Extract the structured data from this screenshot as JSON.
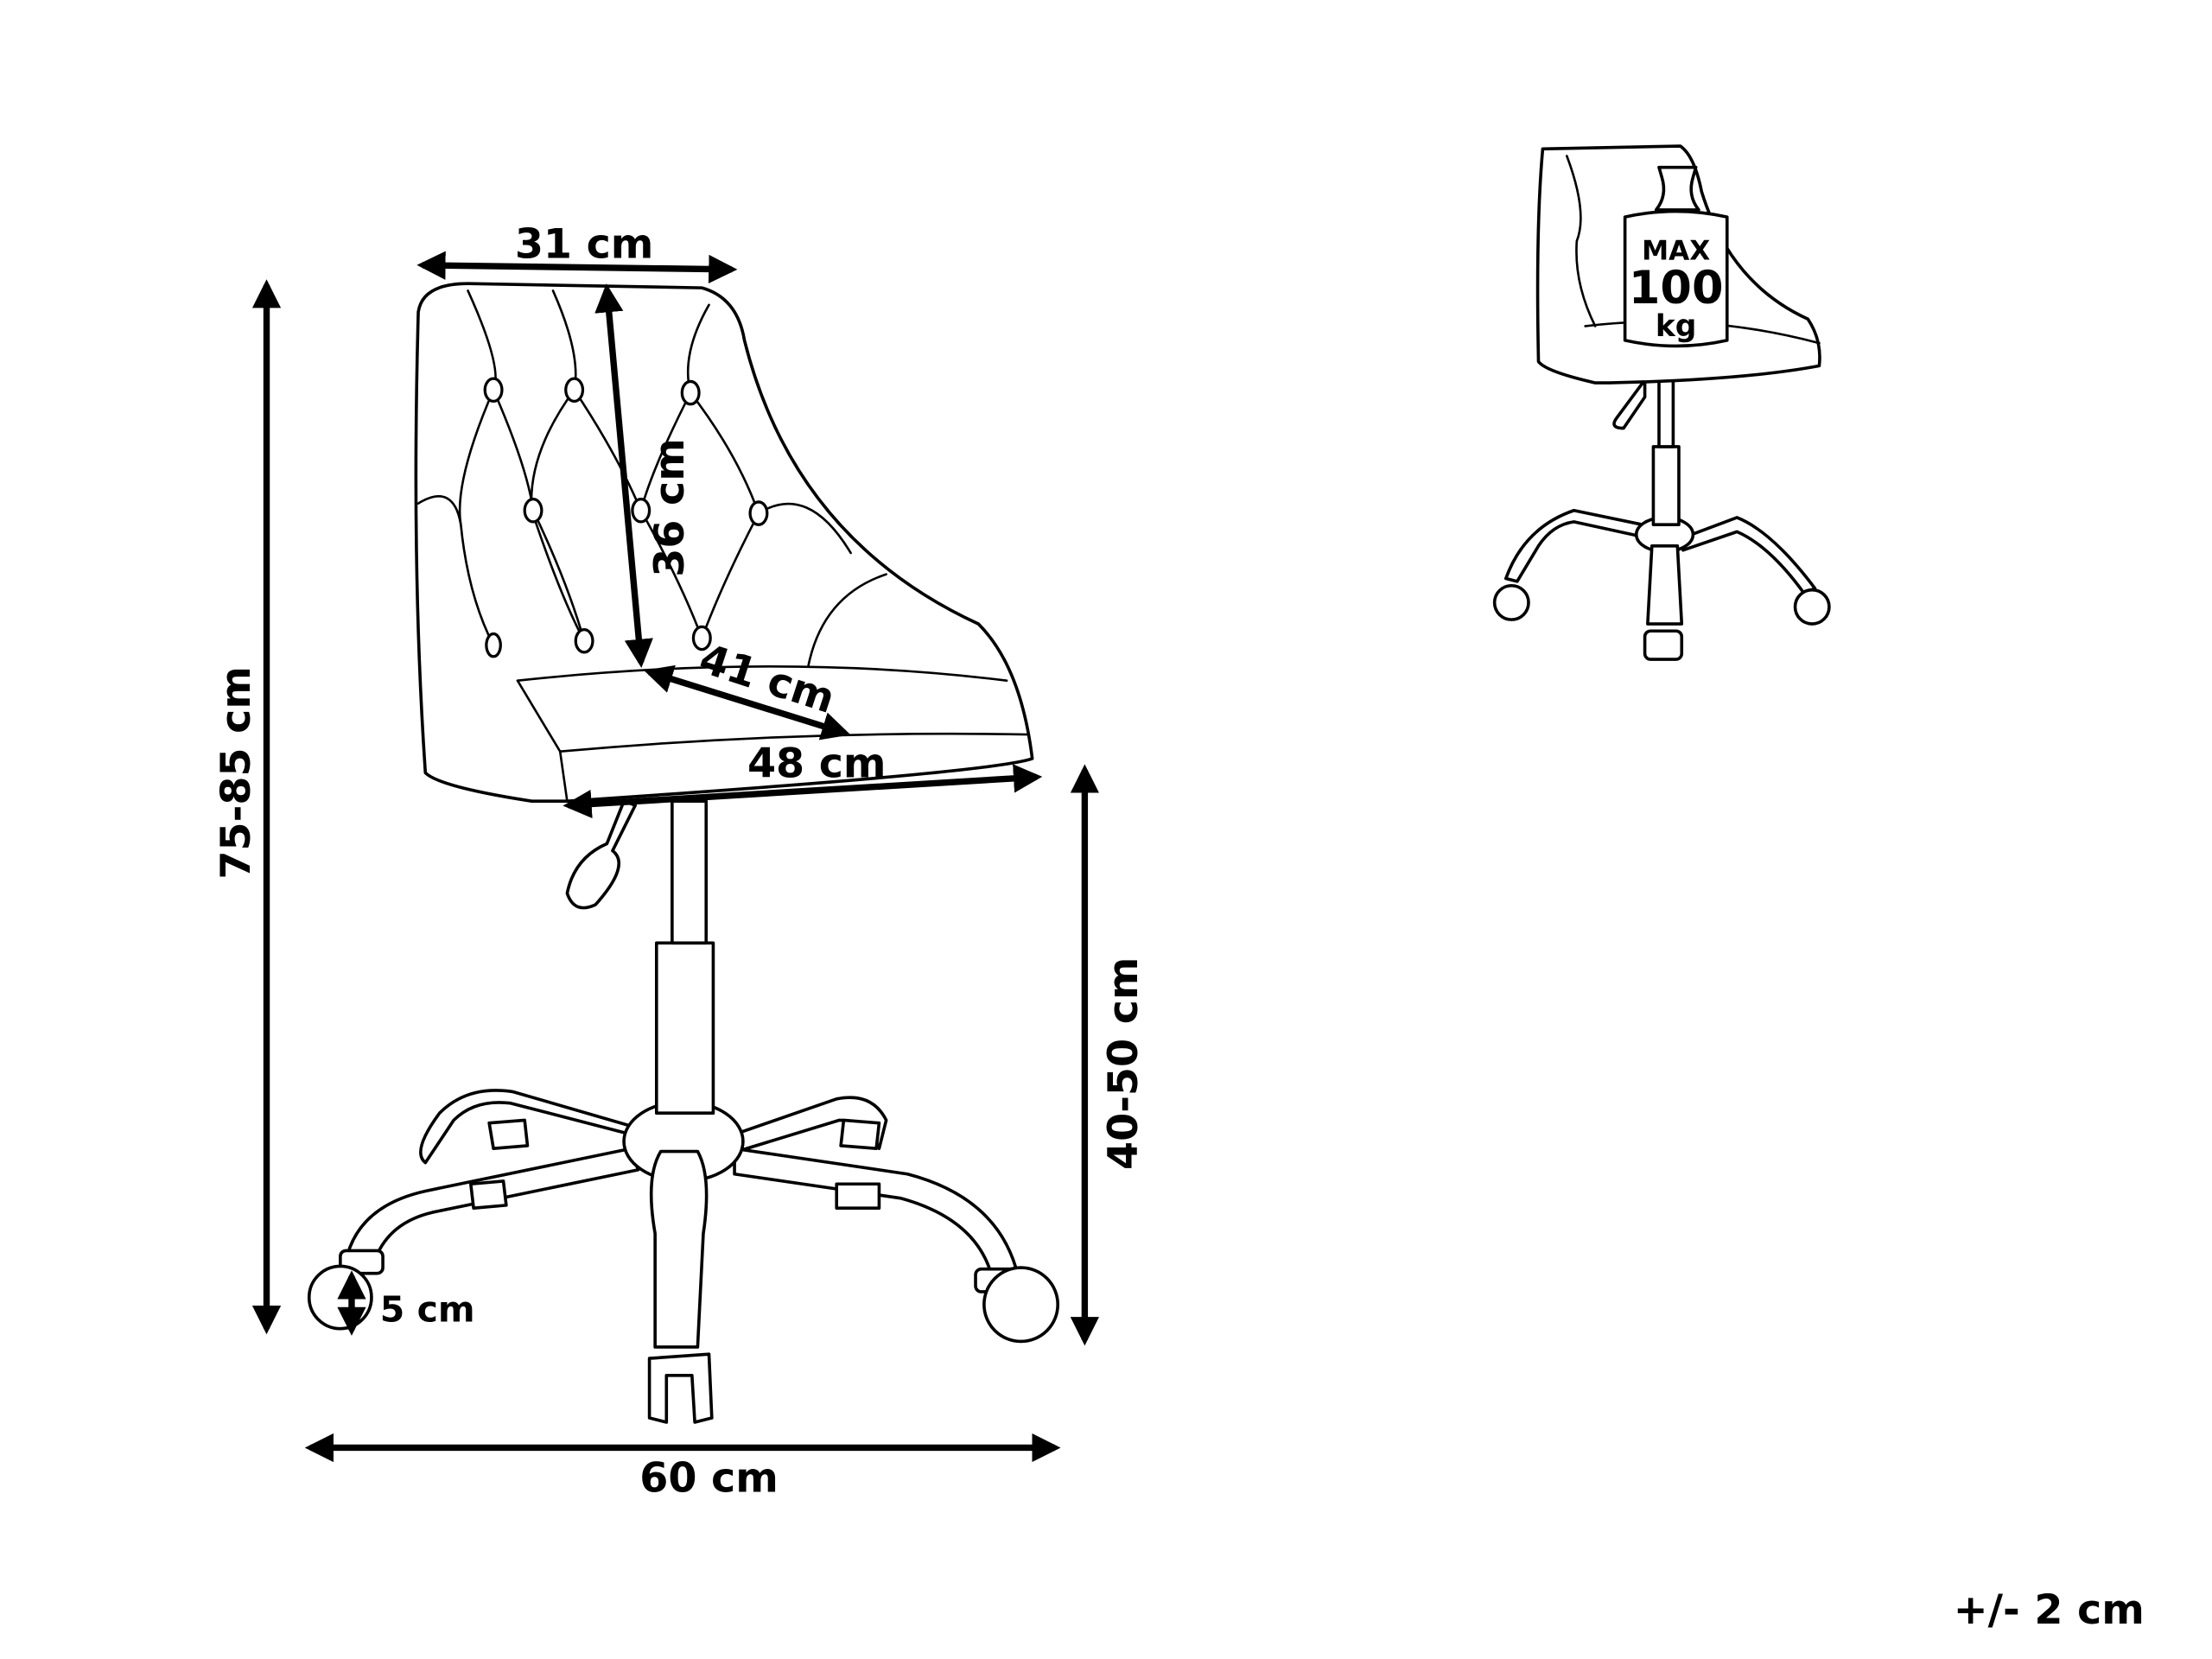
{
  "dimensions": {
    "backrest_width": "31 cm",
    "backrest_height": "36 cm",
    "seat_depth": "41 cm",
    "seat_width": "48 cm",
    "total_height": "75-85 cm",
    "seat_height": "40-50 cm",
    "base_width": "60 cm",
    "caster_diameter": "5 cm"
  },
  "tolerance": "+/- 2 cm",
  "weight_badge": {
    "line1": "MAX",
    "line2": "100",
    "line3": "kg"
  }
}
